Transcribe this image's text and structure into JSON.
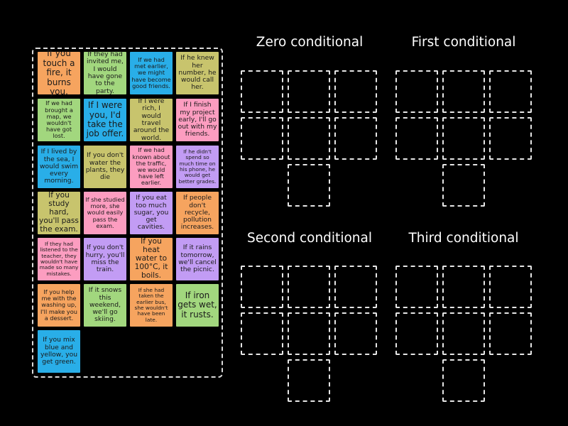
{
  "colors": {
    "orange": "#f6a45f",
    "green": "#a2d77e",
    "blue": "#29aee8",
    "olive": "#c8c46d",
    "pink": "#fc9dc0",
    "purple": "#c29cf4",
    "background": "#000000",
    "dashed_border": "#d9d9d9"
  },
  "groups": [
    {
      "title": "Zero conditional"
    },
    {
      "title": "First conditional"
    },
    {
      "title": "Second conditional"
    },
    {
      "title": "Third conditional"
    }
  ],
  "cards": [
    {
      "text": "If you touch a fire, it burns you.",
      "color": "orange"
    },
    {
      "text": "If they had invited me, I would have gone to the party.",
      "color": "green"
    },
    {
      "text": "If we had met earlier, we might have become good friends.",
      "color": "blue"
    },
    {
      "text": "If he knew her number, he would call her.",
      "color": "olive"
    },
    {
      "text": "If we had brought a map, we wouldn't have got lost.",
      "color": "green"
    },
    {
      "text": "If I were you, I'd take the job offer.",
      "color": "blue"
    },
    {
      "text": "If I were rich, I would travel around the world.",
      "color": "olive"
    },
    {
      "text": "If I finish my project early, I'll go out with my friends.",
      "color": "pink"
    },
    {
      "text": "If I lived by the sea, I would swim every morning.",
      "color": "blue"
    },
    {
      "text": "If you don't water the plants, they die",
      "color": "olive"
    },
    {
      "text": "If we had known about the traffic, we would have left earlier.",
      "color": "pink"
    },
    {
      "text": "If he didn't spend so much time on his phone, he would get better grades.",
      "color": "purple"
    },
    {
      "text": "If you study hard, you'll pass the exam.",
      "color": "olive"
    },
    {
      "text": "If she studied more, she would easily pass the exam.",
      "color": "pink"
    },
    {
      "text": "If you eat too much sugar, you get cavities.",
      "color": "purple"
    },
    {
      "text": "If people don't recycle, pollution increases.",
      "color": "orange"
    },
    {
      "text": "If they had listened to the teacher, they wouldn't have made so many mistakes.",
      "color": "pink"
    },
    {
      "text": "If you don't hurry, you'll miss the train.",
      "color": "purple"
    },
    {
      "text": "If you heat water to 100°C, it boils.",
      "color": "orange"
    },
    {
      "text": "If it rains tomorrow, we'll cancel the picnic.",
      "color": "purple"
    },
    {
      "text": "If you help me with the washing up, I'll make you a dessert.",
      "color": "orange"
    },
    {
      "text": "If it snows this weekend, we'll go skiing.",
      "color": "green"
    },
    {
      "text": "If she had taken the earlier bus, she wouldn't have been late.",
      "color": "orange"
    },
    {
      "text": "If iron gets wet, it rusts.",
      "color": "green"
    },
    {
      "text": "If you mix blue and yellow, you get green.",
      "color": "blue"
    }
  ]
}
